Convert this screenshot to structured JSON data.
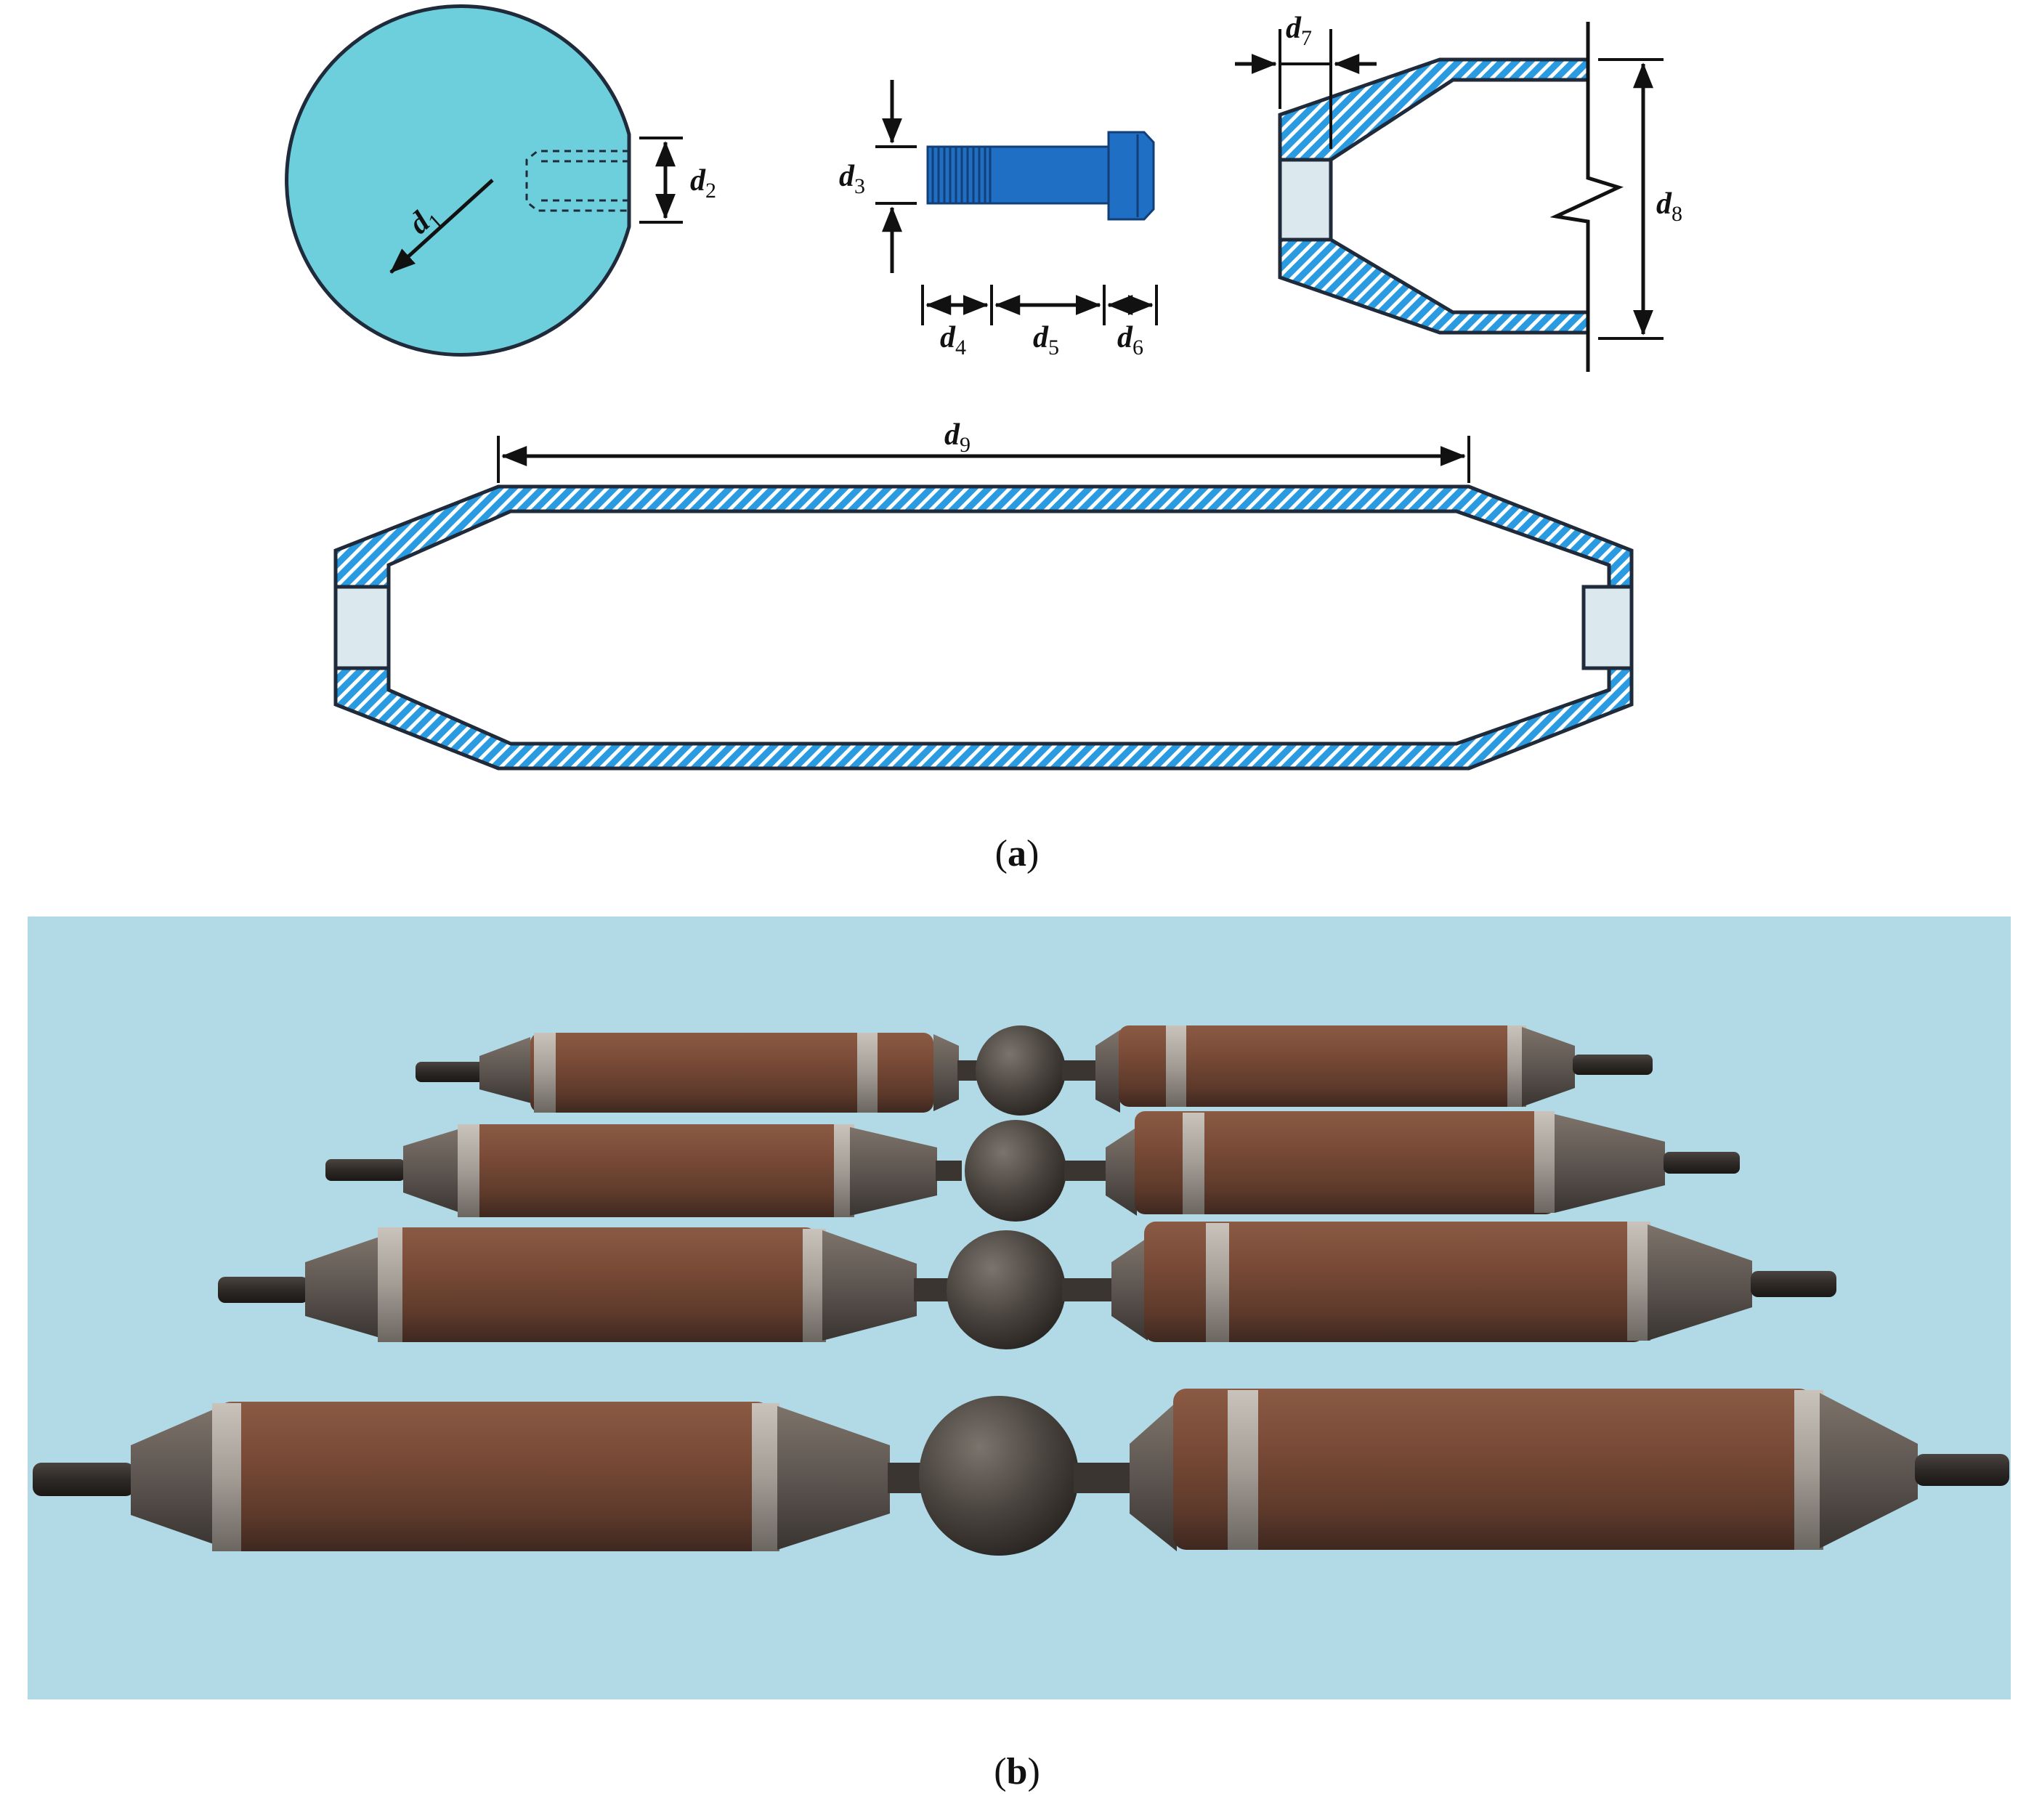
{
  "figure": {
    "labels": {
      "d1": {
        "base": "d",
        "sub": "1"
      },
      "d2": {
        "base": "d",
        "sub": "2"
      },
      "d3": {
        "base": "d",
        "sub": "3"
      },
      "d4": {
        "base": "d",
        "sub": "4"
      },
      "d5": {
        "base": "d",
        "sub": "5"
      },
      "d6": {
        "base": "d",
        "sub": "6"
      },
      "d7": {
        "base": "d",
        "sub": "7"
      },
      "d8": {
        "base": "d",
        "sub": "8"
      },
      "d9": {
        "base": "d",
        "sub": "9"
      }
    },
    "captions": {
      "a": {
        "open": "(",
        "letter": "a",
        "close": ")"
      },
      "b": {
        "open": "(",
        "letter": "b",
        "close": ")"
      }
    }
  },
  "colors": {
    "sphere_fill": "#6ecfdc",
    "bolt_fill": "#1f6fc4",
    "hatch_stripe": "#2a9be0",
    "hatch_background": "#ffffff",
    "outline": "#1f2a3a",
    "plug_fill": "#dbe8ee",
    "photo_background": "#a9d5e3",
    "rod_steel": "#6e4432",
    "weld_band": "#a9a29a",
    "ball_steel": "#4a443f"
  }
}
